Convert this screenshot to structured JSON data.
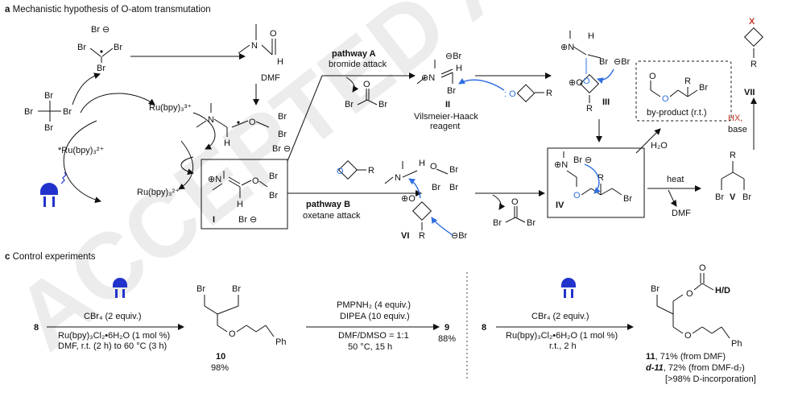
{
  "watermark": "ACCEPTED ARTICLE",
  "panel_a": {
    "letter": "a",
    "title": "Mechanistic hypothesis of O-atom transmutation",
    "reagents": {
      "br_minus": "Br ⊖",
      "br": "Br",
      "dmf": "DMF",
      "ru3": "Ru(bpy)₃³⁺",
      "ru_star": "*Ru(bpy)₃²⁺",
      "ru2": "Ru(bpy)₃²⁺",
      "O": "O",
      "N": "N",
      "H": "H",
      "R": "R",
      "X": "X",
      "colon_o": ": O",
      "n_plus": "⊕N",
      "o_plus": "⊕O",
      "br_anion": "⊖Br",
      "br_anion_2": "Br ⊖"
    },
    "intermediates": {
      "I": "I",
      "II": "II",
      "III": "III",
      "IV": "IV",
      "V": "V",
      "VI": "VI",
      "VII": "VII"
    },
    "pathway_a": {
      "label": "pathway A",
      "sub": "bromide attack"
    },
    "pathway_b": {
      "label": "pathway B",
      "sub": "oxetane attack"
    },
    "vilsmeier": {
      "line1": "Vilsmeier-Haack",
      "line2": "reagent"
    },
    "byproduct": "by-product (r.t.)",
    "h2o": "H₂O",
    "heat": "heat",
    "dmf_out": "DMF",
    "hx": "HX,",
    "base": "base"
  },
  "panel_c": {
    "letter": "c",
    "title": "Control experiments",
    "compound_8": "8",
    "step1": {
      "above": "CBr₄ (2 equiv.)",
      "below1": "Ru(bpy)₃Cl₂•6H₂O (1 mol %)",
      "below2": "DMF, r.t. (2 h) to 60 °C (3 h)"
    },
    "product_10": {
      "id": "10",
      "yield": "98%"
    },
    "step2": {
      "above1": "PMPNH₂ (4 equiv.)",
      "above2": "DIPEA (10 equiv.)",
      "below1": "DMF/DMSO = 1:1",
      "below2": "50 °C, 15 h"
    },
    "product_9": {
      "id": "9",
      "yield": "88%"
    },
    "step3": {
      "above": "CBr₄ (2 equiv.)",
      "below1": "Ru(bpy)₃Cl₂•6H₂O (1 mol %)",
      "below2": "r.t., 2 h"
    },
    "product_11": {
      "label1_id": "11",
      "label1_rest": ", 71% (from DMF)",
      "label2_id": "d-11",
      "label2_rest": ", 72% (from DMF-d₇)",
      "label3": "[>98% D-incorporation]",
      "hd": "H/D"
    },
    "ph": "Ph"
  },
  "colors": {
    "accent": "#2f6fe0",
    "hx": "#c0392b",
    "lamp": "#2233cc"
  }
}
